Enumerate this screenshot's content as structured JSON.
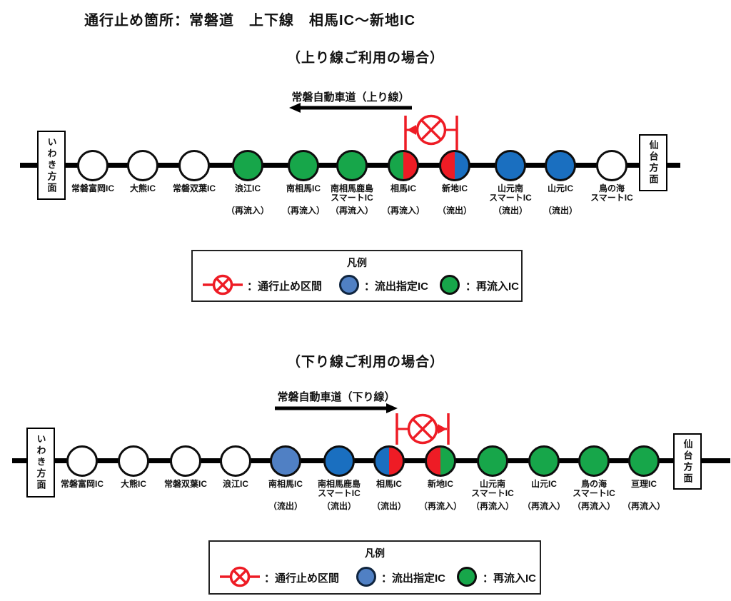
{
  "page": {
    "title": "通行止め箇所：常磐道　上下線　相馬IC～新地IC",
    "background": "#ffffff"
  },
  "colors": {
    "reentry_green": "#17a64a",
    "exit_blue": "#1a6fc0",
    "exit_blue_light": "#5080c4",
    "closure_red": "#ee1c25",
    "line_black": "#000000"
  },
  "legend": {
    "title": "凡例",
    "items": [
      {
        "icon": "closure-symbol",
        "label": "：通行止め区間"
      },
      {
        "icon": "blue-circle",
        "label": "：流出指定IC"
      },
      {
        "icon": "green-circle",
        "label": "：再流入IC"
      }
    ]
  },
  "diagram_up": {
    "section_title": "（上り線ご利用の場合）",
    "road_label": "常磐自動車道（上り線）",
    "direction": "left",
    "left_box": "いわき方面",
    "right_box": "仙台方面",
    "stations": [
      {
        "name": "常磐富岡IC",
        "note": "",
        "colors": "white"
      },
      {
        "name": "大熊IC",
        "note": "",
        "colors": "white"
      },
      {
        "name": "常磐双葉IC",
        "note": "",
        "colors": "white"
      },
      {
        "name": "浪江IC",
        "note": "（再流入）",
        "colors": "green"
      },
      {
        "name": "南相馬IC",
        "note": "（再流入）",
        "colors": "green"
      },
      {
        "name": "南相馬鹿島\nスマートIC",
        "note": "（再流入）",
        "colors": "green"
      },
      {
        "name": "相馬IC",
        "note": "（再流入）",
        "colors": "green-red"
      },
      {
        "name": "新地IC",
        "note": "（流出）",
        "colors": "red-blue"
      },
      {
        "name": "山元南\nスマートIC",
        "note": "（流出）",
        "colors": "blue"
      },
      {
        "name": "山元IC",
        "note": "（流出）",
        "colors": "blue"
      },
      {
        "name": "鳥の海\nスマートIC",
        "note": "",
        "colors": "white"
      }
    ]
  },
  "diagram_down": {
    "section_title": "（下り線ご利用の場合）",
    "road_label": "常磐自動車道（下り線）",
    "direction": "right",
    "left_box": "いわき方面",
    "right_box": "仙台方面",
    "stations": [
      {
        "name": "常磐富岡IC",
        "note": "",
        "colors": "white"
      },
      {
        "name": "大熊IC",
        "note": "",
        "colors": "white"
      },
      {
        "name": "常磐双葉IC",
        "note": "",
        "colors": "white"
      },
      {
        "name": "浪江IC",
        "note": "",
        "colors": "white"
      },
      {
        "name": "南相馬IC",
        "note": "（流出）",
        "colors": "lightblue"
      },
      {
        "name": "南相馬鹿島\nスマートIC",
        "note": "（流出）",
        "colors": "blue"
      },
      {
        "name": "相馬IC",
        "note": "（流出）",
        "colors": "blue-red"
      },
      {
        "name": "新地IC",
        "note": "（再流入）",
        "colors": "red-green"
      },
      {
        "name": "山元南\nスマートIC",
        "note": "（再流入）",
        "colors": "green"
      },
      {
        "name": "山元IC",
        "note": "（再流入）",
        "colors": "green"
      },
      {
        "name": "鳥の海\nスマートIC",
        "note": "（再流入）",
        "colors": "green"
      },
      {
        "name": "亘理IC",
        "note": "（再流入）",
        "colors": "green"
      }
    ]
  }
}
